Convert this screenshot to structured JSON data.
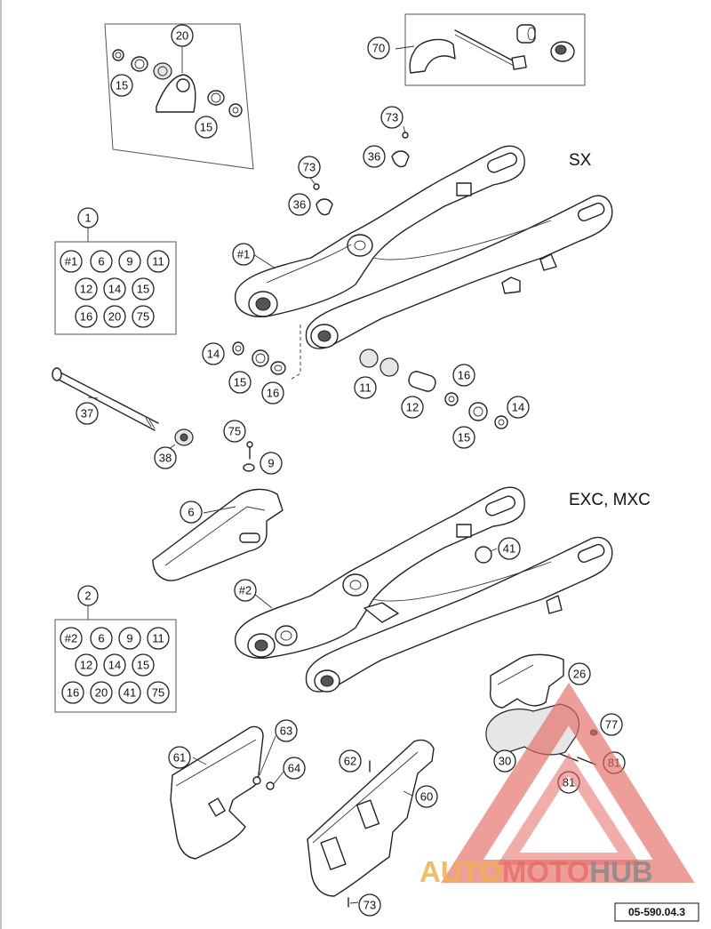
{
  "variant_labels": {
    "sx": "SX",
    "exc_mxc": "EXC, MXC"
  },
  "set_1": {
    "number": "1",
    "contents": [
      "#1",
      "6",
      "9",
      "11",
      "12",
      "14",
      "15",
      "16",
      "20",
      "75"
    ]
  },
  "set_2": {
    "number": "2",
    "contents": [
      "#2",
      "6",
      "9",
      "11",
      "12",
      "14",
      "15",
      "16",
      "20",
      "41",
      "75"
    ]
  },
  "part_callouts": [
    "20",
    "15",
    "15",
    "70",
    "73",
    "36",
    "73",
    "36",
    "#1",
    "14",
    "15",
    "16",
    "11",
    "12",
    "16",
    "14",
    "15",
    "37",
    "38",
    "75",
    "9",
    "6",
    "41",
    "#2",
    "26",
    "77",
    "30",
    "81",
    "81",
    "63",
    "61",
    "64",
    "62",
    "60",
    "73"
  ],
  "diagram_code": "05-590.04.3",
  "watermark": {
    "part1": "AUTO",
    "part2": "MOTO",
    "part3": "HUB"
  },
  "colors": {
    "watermark_orange": "#f1b248",
    "watermark_red": "#e56a63",
    "watermark_gray": "#8a8a8a",
    "line": "#222222"
  }
}
